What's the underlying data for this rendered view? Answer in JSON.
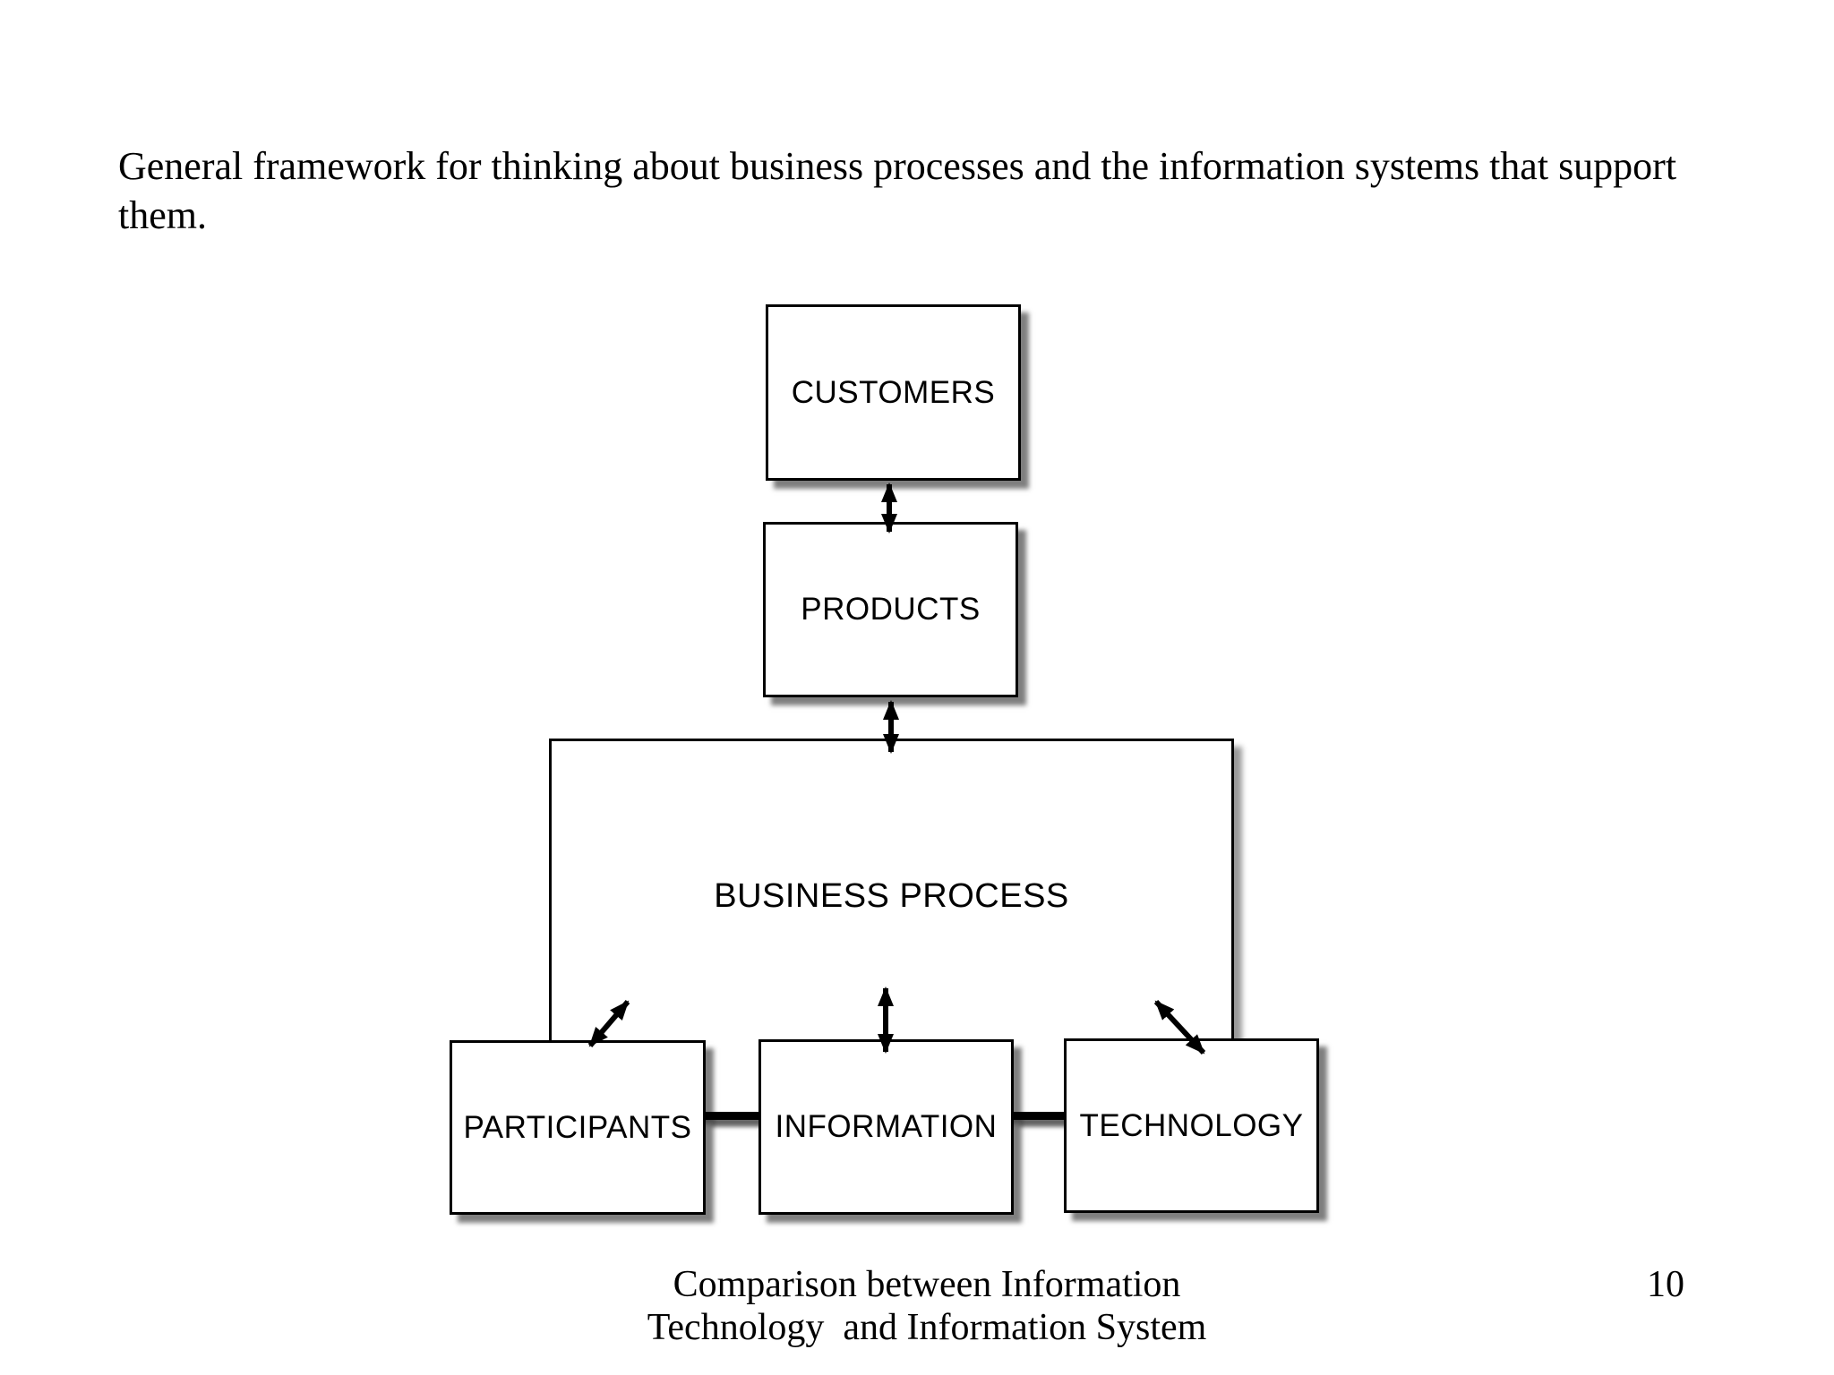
{
  "title": {
    "line1": "General framework for thinking about business processes and the information systems that support",
    "line2": "them."
  },
  "diagram": {
    "nodes": {
      "customers": {
        "label": "CUSTOMERS"
      },
      "products": {
        "label": "PRODUCTS"
      },
      "business_process": {
        "label": "BUSINESS PROCESS"
      },
      "participants": {
        "label": "PARTICIPANTS"
      },
      "information": {
        "label": "INFORMATION"
      },
      "technology": {
        "label": "TECHNOLOGY"
      }
    },
    "connections": [
      {
        "from": "customers",
        "to": "products",
        "style": "double-arrow"
      },
      {
        "from": "products",
        "to": "business_process",
        "style": "double-arrow"
      },
      {
        "from": "business_process",
        "to": "participants",
        "style": "double-arrow-diagonal"
      },
      {
        "from": "business_process",
        "to": "information",
        "style": "double-arrow"
      },
      {
        "from": "business_process",
        "to": "technology",
        "style": "double-arrow-diagonal"
      },
      {
        "from": "participants",
        "to": "information",
        "style": "thick-line"
      },
      {
        "from": "information",
        "to": "technology",
        "style": "thick-line"
      }
    ]
  },
  "footer": {
    "line1": "Comparison between Information",
    "line2": "Technology  and Information System",
    "page_number": "10"
  },
  "colors": {
    "ink": "#000000",
    "background": "#ffffff",
    "shadow": "rgba(0,0,0,0.45)"
  }
}
